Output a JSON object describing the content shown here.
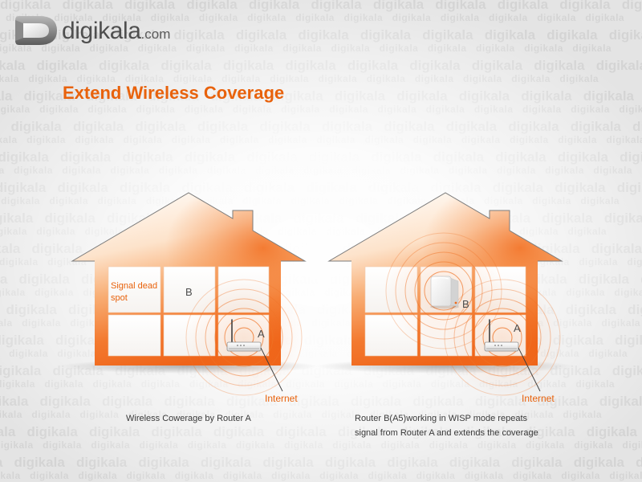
{
  "logo": {
    "wordmark": "digikala",
    "tld": ".com",
    "icon": "digikala-logo-icon"
  },
  "watermark": {
    "text": "digikala"
  },
  "title": "Extend Wireless Coverage",
  "colors": {
    "accent": "#e8620c",
    "house_orange": "#ef6419",
    "caption_text": "#3a3a3a"
  },
  "scenes": [
    {
      "labels": {
        "dead_spot": [
          "Signal dead",
          "spot"
        ],
        "router_b": "B",
        "router_a": "A",
        "internet": "Internet"
      },
      "icons": [
        "router-icon",
        "signal-waves-icon"
      ],
      "caption": [
        "Wireless Cowerage by Router A"
      ]
    },
    {
      "labels": {
        "router_b": "B",
        "router_a": "A",
        "internet": "Internet"
      },
      "icons": [
        "range-extender-icon",
        "router-icon",
        "signal-waves-icon"
      ],
      "caption": [
        "Router B(A5)working in WISP mode repeats",
        "signal from Router A and extends the coverage"
      ]
    }
  ]
}
